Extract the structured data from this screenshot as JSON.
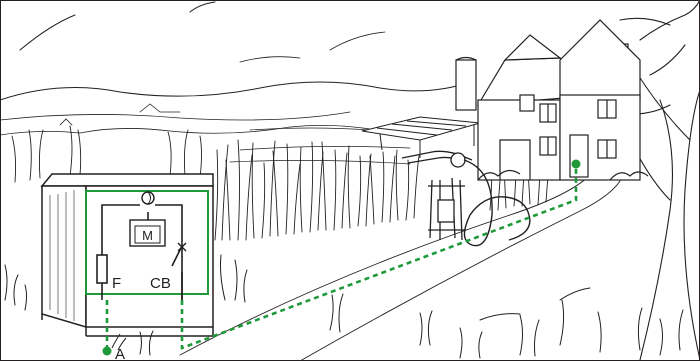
{
  "labels": {
    "meter": "M",
    "fuse": "F",
    "breaker": "CB",
    "earth_point": "A"
  },
  "colors": {
    "ink": "#231f20",
    "earth_conductor": "#1f9a3a",
    "background": "#ffffff"
  },
  "scene": {
    "elements": [
      "meter-cabinet",
      "house",
      "solar-panel-array",
      "ev-charging-post",
      "fields",
      "tree"
    ]
  }
}
